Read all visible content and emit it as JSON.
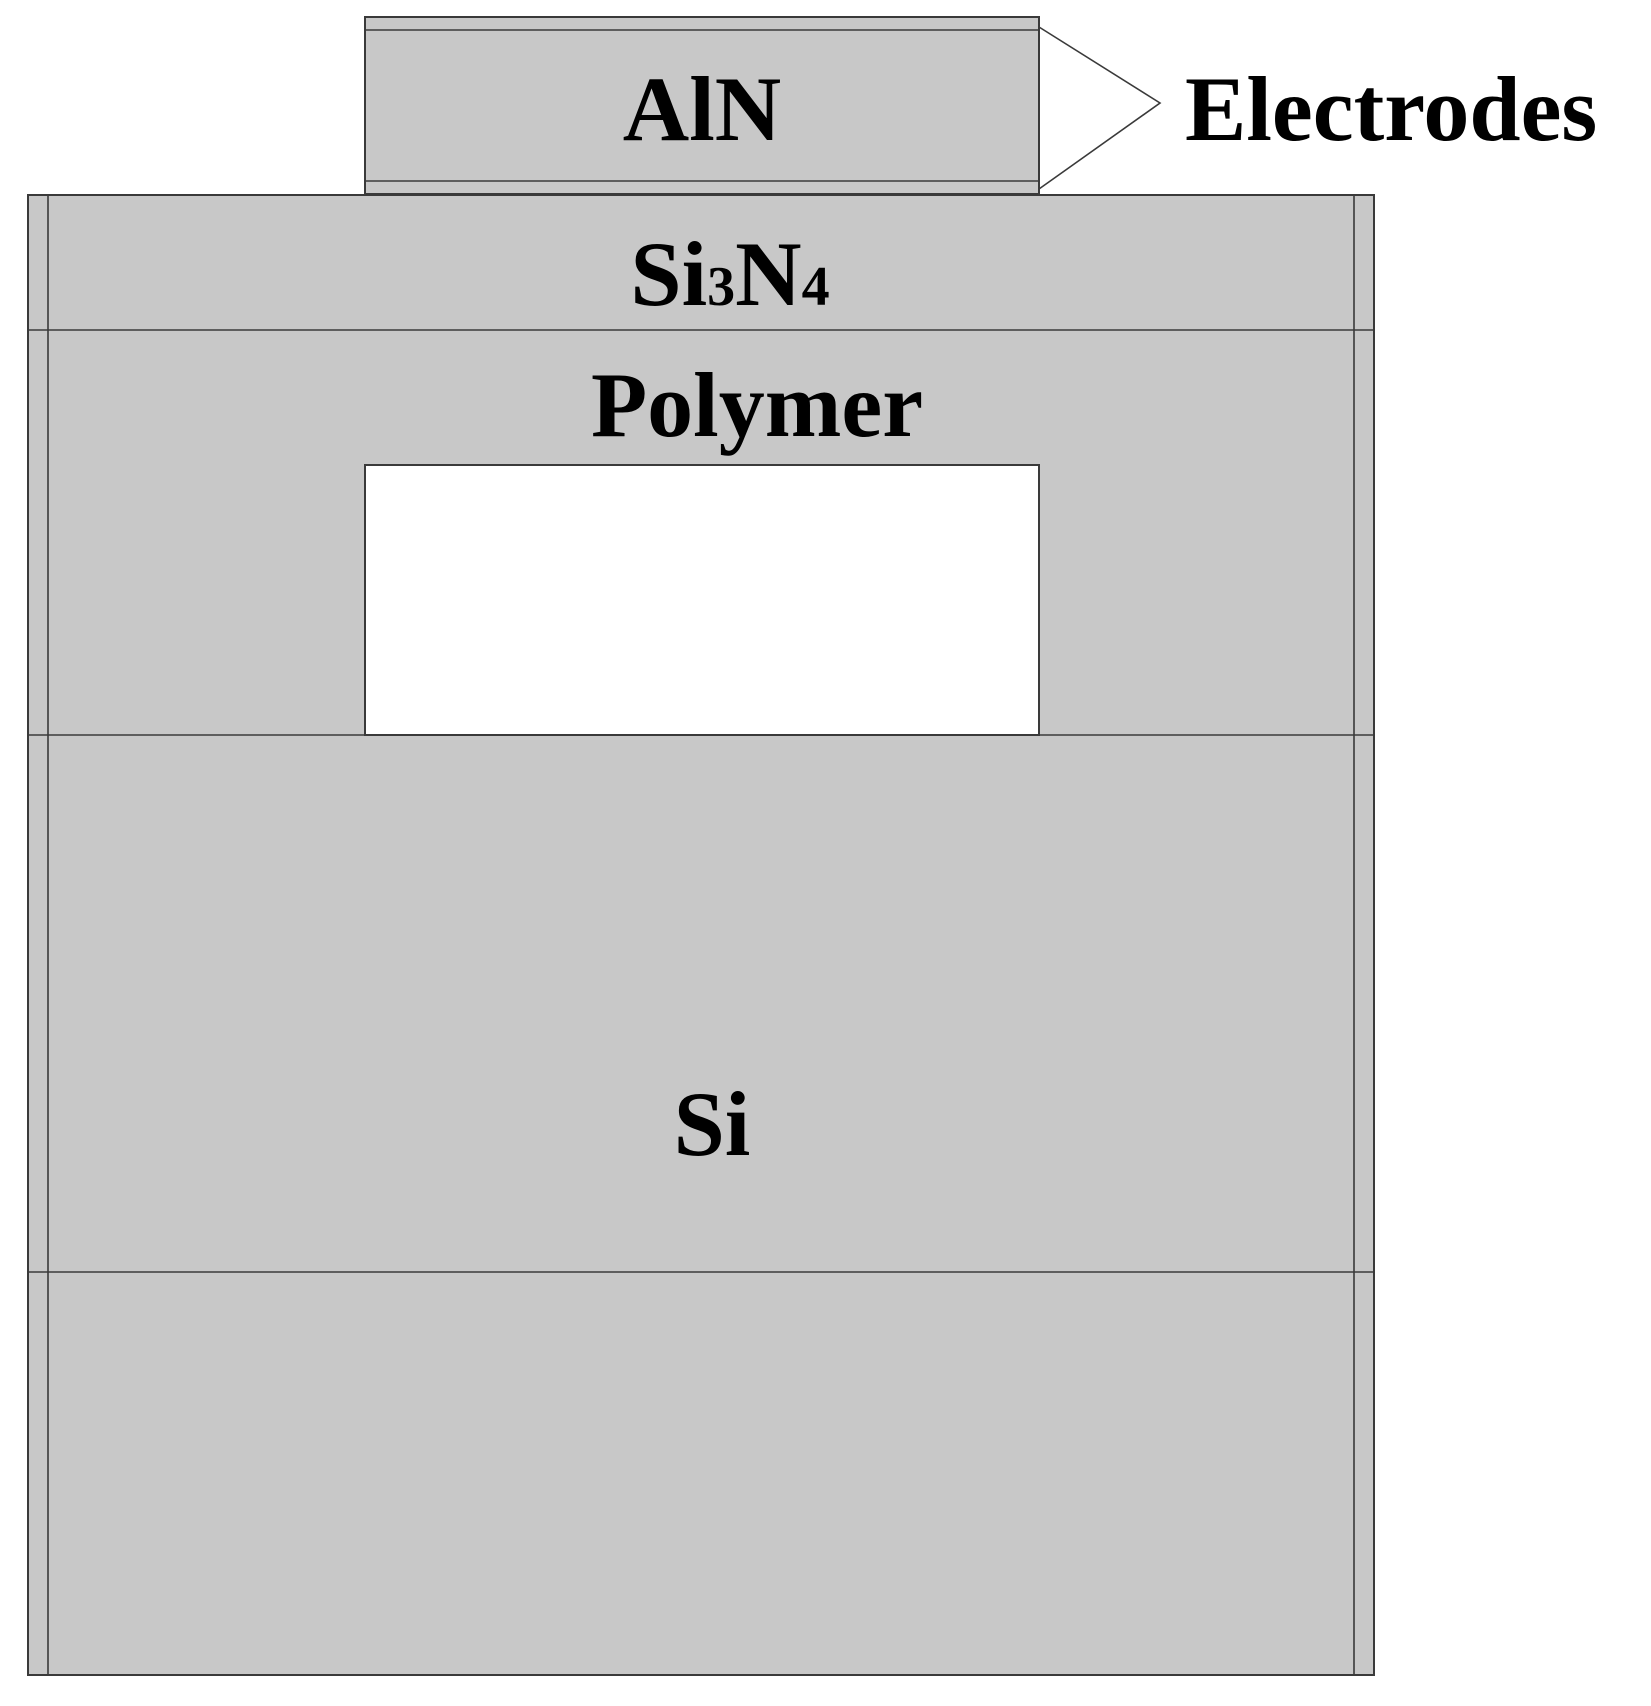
{
  "labels": {
    "aln": "AlN",
    "electrodes": "Electrodes",
    "si3n4_base": "Si",
    "si3n4_sub1": "3",
    "si3n4_mid": "N",
    "si3n4_sub2": "4",
    "polymer": "Polymer",
    "si": "Si"
  },
  "colors": {
    "layer_fill": "#c8c8c8",
    "cavity_fill": "#ffffff",
    "outline": "#3a3a3a",
    "text": "#000000"
  }
}
